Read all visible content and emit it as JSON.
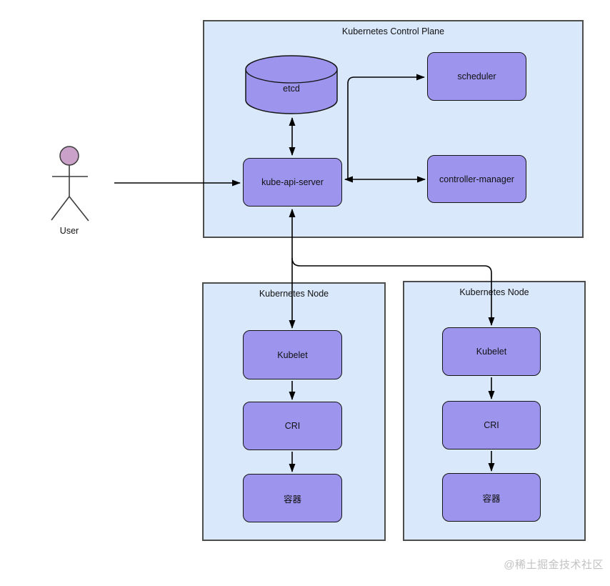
{
  "colors": {
    "canvas_bg": "#ffffff",
    "group_fill": "#dae8fc",
    "group_border": "#4d4d4d",
    "comp_fill": "#9d94ee",
    "comp_border": "#141414",
    "text": "#111111",
    "arrow": "#000000",
    "actor_head": "#c9a1c9",
    "actor_stroke": "#3d3d3d",
    "watermark": "#c2c2c2"
  },
  "actor": {
    "label": "User"
  },
  "control_plane": {
    "title": "Kubernetes Control Plane",
    "etcd_label": "etcd",
    "scheduler_label": "scheduler",
    "controller_manager_label": "controller-manager",
    "api_server_label": "kube-api-server"
  },
  "nodes": [
    {
      "title": "Kubernetes Node",
      "kubelet_label": "Kubelet",
      "cri_label": "CRI",
      "container_label": "容器"
    },
    {
      "title": "Kubernetes Node",
      "kubelet_label": "Kubelet",
      "cri_label": "CRI",
      "container_label": "容器"
    }
  ],
  "edges": [
    {
      "from": "User",
      "to": "kube-api-server",
      "style": "arrow"
    },
    {
      "from": "etcd",
      "to": "kube-api-server",
      "style": "double-arrow"
    },
    {
      "from": "kube-api-server",
      "to": "scheduler",
      "style": "arrow"
    },
    {
      "from": "kube-api-server",
      "to": "controller-manager",
      "style": "double-arrow"
    },
    {
      "from": "kube-api-server",
      "to": "Kubelet (node 1)",
      "style": "double-arrow"
    },
    {
      "from": "kube-api-server",
      "to": "Kubelet (node 2)",
      "style": "arrow"
    },
    {
      "from": "Kubelet (node 1)",
      "to": "CRI (node 1)",
      "style": "arrow"
    },
    {
      "from": "CRI (node 1)",
      "to": "容器 (node 1)",
      "style": "arrow"
    },
    {
      "from": "Kubelet (node 2)",
      "to": "CRI (node 2)",
      "style": "arrow"
    },
    {
      "from": "CRI (node 2)",
      "to": "容器 (node 2)",
      "style": "arrow"
    }
  ],
  "watermark": {
    "text": "@稀土掘金技术社区"
  }
}
